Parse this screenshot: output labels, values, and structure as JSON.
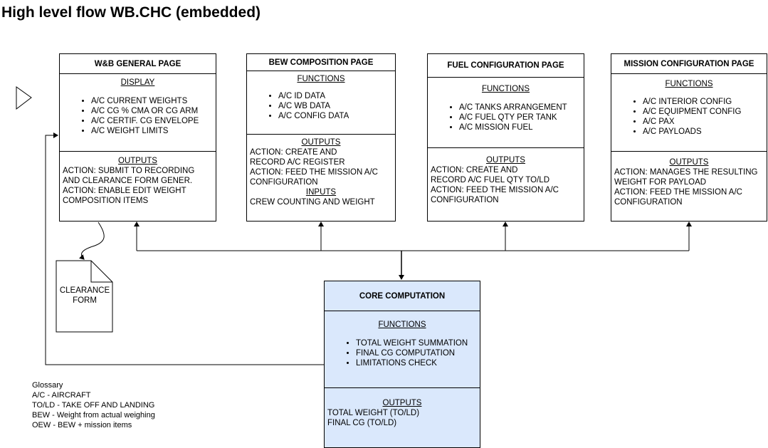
{
  "title": "High level flow WB.CHC (embedded)",
  "wb_general": {
    "header": "W&B GENERAL PAGE",
    "display_label": "DISPLAY",
    "display_items": [
      "A/C CURRENT WEIGHTS",
      "A/C CG % CMA OR CG ARM",
      "A/C CERTIF. CG ENVELOPE",
      "A/C WEIGHT LIMITS"
    ],
    "outputs_label": "OUTPUTS",
    "outputs_lines": [
      "ACTION: SUBMIT TO RECORDING",
      "AND CLEARANCE FORM GENER.",
      "ACTION: ENABLE EDIT WEIGHT",
      "COMPOSITION ITEMS"
    ]
  },
  "bew_composition": {
    "header": "BEW COMPOSITION PAGE",
    "functions_label": "FUNCTIONS",
    "functions_items": [
      "A/C ID DATA",
      "A/C WB DATA",
      "A/C CONFIG DATA"
    ],
    "outputs_label": "OUTPUTS",
    "outputs_lines": [
      "ACTION: CREATE AND",
      "RECORD A/C REGISTER",
      "ACTION: FEED THE MISSION A/C",
      "CONFIGURATION"
    ],
    "inputs_label": "INPUTS",
    "inputs_lines": [
      "CREW COUNTING AND WEIGHT"
    ]
  },
  "fuel_configuration": {
    "header": "FUEL CONFIGURATION PAGE",
    "functions_label": "FUNCTIONS",
    "functions_items": [
      "A/C TANKS ARRANGEMENT",
      "A/C FUEL QTY PER TANK",
      "A/C MISSION FUEL"
    ],
    "outputs_label": "OUTPUTS",
    "outputs_lines": [
      "ACTION: CREATE AND",
      "RECORD A/C FUEL QTY TO/LD",
      "ACTION: FEED THE MISSION A/C",
      "CONFIGURATION"
    ]
  },
  "mission_configuration": {
    "header": "MISSION CONFIGURATION PAGE",
    "functions_label": "FUNCTIONS",
    "functions_items": [
      "A/C INTERIOR CONFIG",
      "A/C EQUIPMENT CONFIG",
      "A/C PAX",
      "A/C PAYLOADS"
    ],
    "outputs_label": "OUTPUTS",
    "outputs_lines": [
      "ACTION: MANAGES THE RESULTING",
      "WEIGHT FOR PAYLOAD",
      "ACTION: FEED THE MISSION A/C",
      "CONFIGURATION"
    ]
  },
  "core_computation": {
    "header": "CORE COMPUTATION",
    "functions_label": "FUNCTIONS",
    "functions_items": [
      "TOTAL WEIGHT SUMMATION",
      "FINAL CG COMPUTATION",
      "LIMITATIONS CHECK"
    ],
    "outputs_label": "OUTPUTS",
    "outputs_lines": [
      "TOTAL WEIGHT (TO/LD)",
      "FINAL CG (TO/LD)"
    ],
    "fill_color": "#dae8fc"
  },
  "clearance_form": {
    "label_lines": [
      "CLEARANCE",
      "FORM"
    ]
  },
  "glossary": {
    "lines": [
      "Glossary",
      "A/C - AIRCRAFT",
      "TO/LD - TAKE OFF AND LANDING",
      "BEW - Weight from actual weighing",
      "OEW - BEW + mission items"
    ]
  },
  "icons": {
    "start_marker": "triangle-play-icon",
    "document": "document-icon"
  }
}
